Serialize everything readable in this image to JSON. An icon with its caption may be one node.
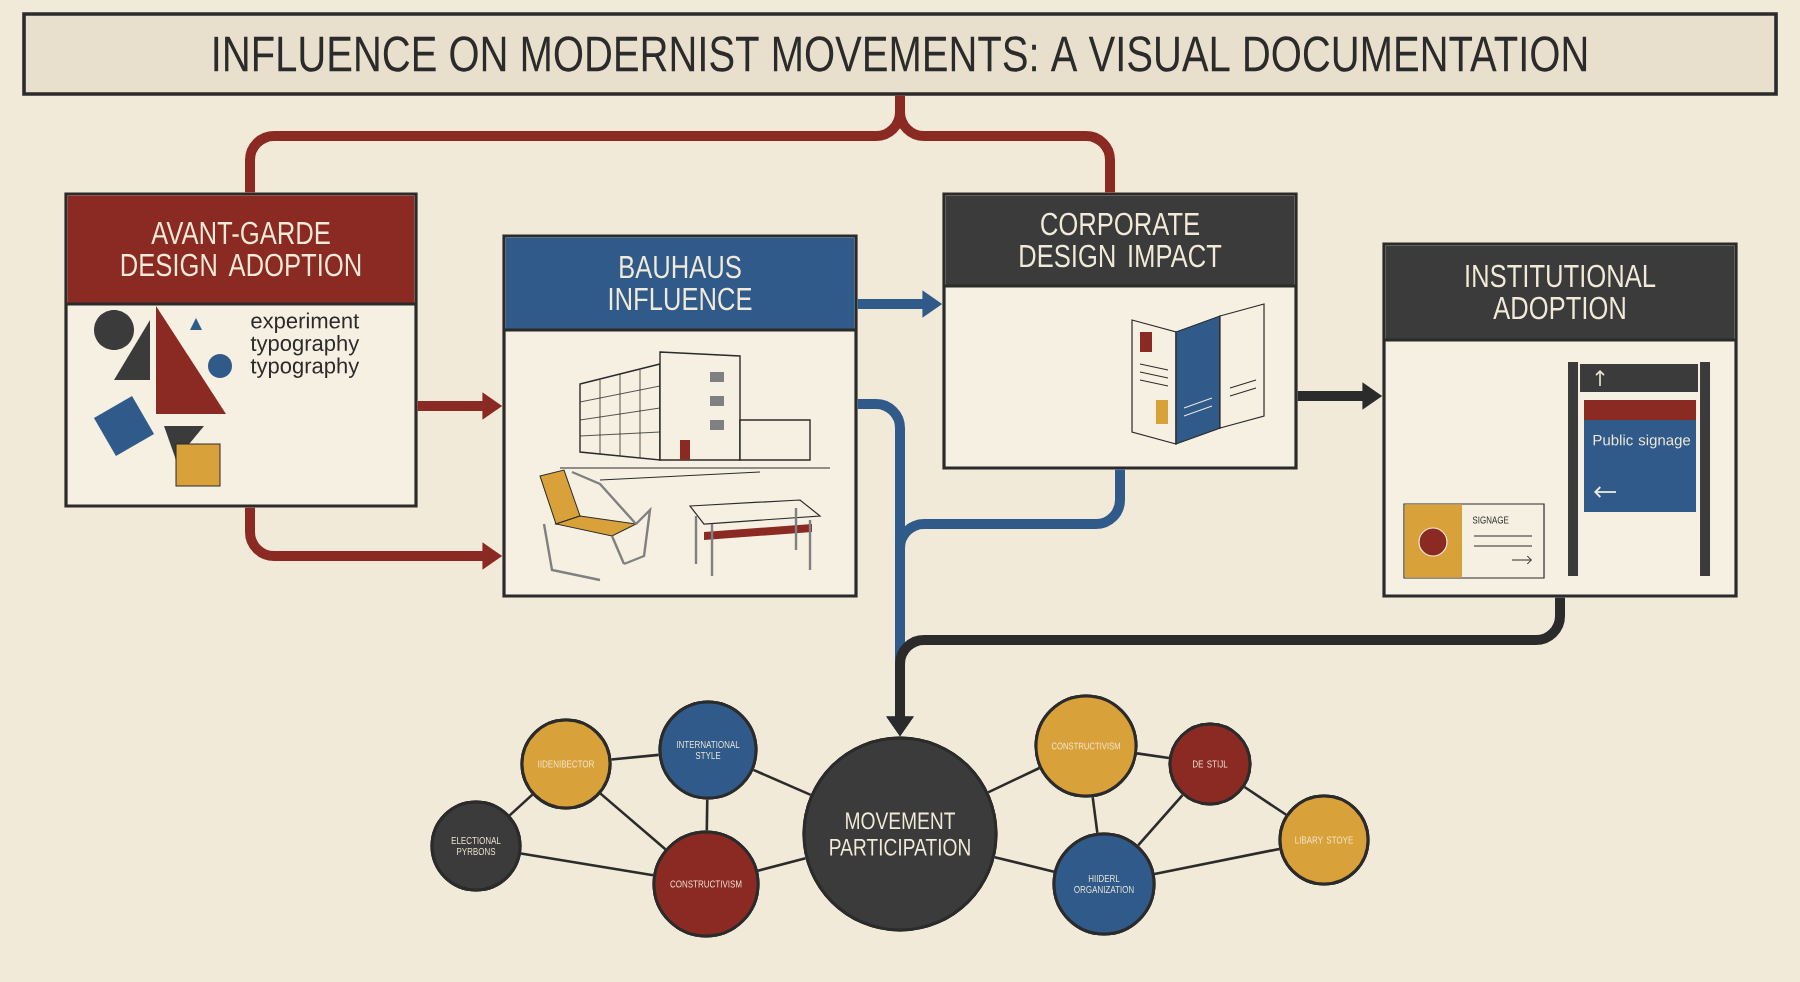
{
  "diagram": {
    "nodes": [
      {
        "text": [
          "INFLUENCE ON MODERNIST MOVEMENTS: A VISUAL DOCUMENTATION"
        ]
      },
      {
        "text": [
          "AVANT-GARDE DESIGN ADOPTION",
          "experiment typography typography"
        ]
      },
      {
        "text": [
          "BAUHAUS INFLUENCE"
        ]
      },
      {
        "text": [
          "CORPORATE DESIGN IMPACT"
        ]
      },
      {
        "text": [
          "INSTITUTIONAL ADOPTION",
          "SIGNAGE",
          "Public signage"
        ]
      },
      {
        "text": [
          "MOVEMENT PARTICIPATION"
        ]
      },
      {
        "text": [
          "ELECTIONAL PYRBONS"
        ]
      },
      {
        "text": [
          "IIDENIBECTOR"
        ]
      },
      {
        "text": [
          "INTERNATIONAL STYLE"
        ]
      },
      {
        "text": [
          "CONSTRUCTIVISM"
        ]
      },
      {
        "text": [
          "CONSTRUCTIVISM"
        ]
      },
      {
        "text": [
          "DE STIJL"
        ]
      },
      {
        "text": [
          "HIIDERL ORGANIZATION"
        ]
      },
      {
        "text": [
          "LIBARY STOYE"
        ]
      }
    ],
    "edges": [
      {
        "from": 0,
        "to": 1,
        "arrow": "none",
        "style": "thick",
        "color": "#8b2a22"
      },
      {
        "from": 0,
        "to": 3,
        "arrow": "none",
        "style": "thick",
        "color": "#8b2a22"
      },
      {
        "from": 1,
        "to": 2,
        "arrow": "to",
        "style": "thick",
        "color": "#8b2a22"
      },
      {
        "from": 1,
        "to": 2,
        "arrow": "to",
        "style": "thick",
        "color": "#8b2a22"
      },
      {
        "from": 2,
        "to": 3,
        "arrow": "to",
        "style": "thick",
        "color": "#2f5a8a"
      },
      {
        "from": 2,
        "to": 5,
        "arrow": "to",
        "style": "thick",
        "color": "#2f5a8a"
      },
      {
        "from": 3,
        "to": 5,
        "arrow": "to",
        "style": "thick",
        "color": "#2f5a8a"
      },
      {
        "from": 3,
        "to": 4,
        "arrow": "to",
        "style": "thick"
      },
      {
        "from": 4,
        "to": 5,
        "arrow": "to",
        "style": "thick"
      },
      {
        "from": 6,
        "to": 7,
        "arrow": "none"
      },
      {
        "from": 6,
        "to": 9,
        "arrow": "none"
      },
      {
        "from": 7,
        "to": 8,
        "arrow": "none"
      },
      {
        "from": 7,
        "to": 9,
        "arrow": "none"
      },
      {
        "from": 8,
        "to": 9,
        "arrow": "none"
      },
      {
        "from": 8,
        "to": 5,
        "arrow": "none"
      },
      {
        "from": 9,
        "to": 5,
        "arrow": "none"
      },
      {
        "from": 5,
        "to": 10,
        "arrow": "none"
      },
      {
        "from": 5,
        "to": 12,
        "arrow": "none"
      },
      {
        "from": 10,
        "to": 11,
        "arrow": "none"
      },
      {
        "from": 10,
        "to": 12,
        "arrow": "none"
      },
      {
        "from": 11,
        "to": 12,
        "arrow": "none"
      },
      {
        "from": 11,
        "to": 13,
        "arrow": "none"
      },
      {
        "from": 12,
        "to": 13,
        "arrow": "none"
      }
    ]
  }
}
